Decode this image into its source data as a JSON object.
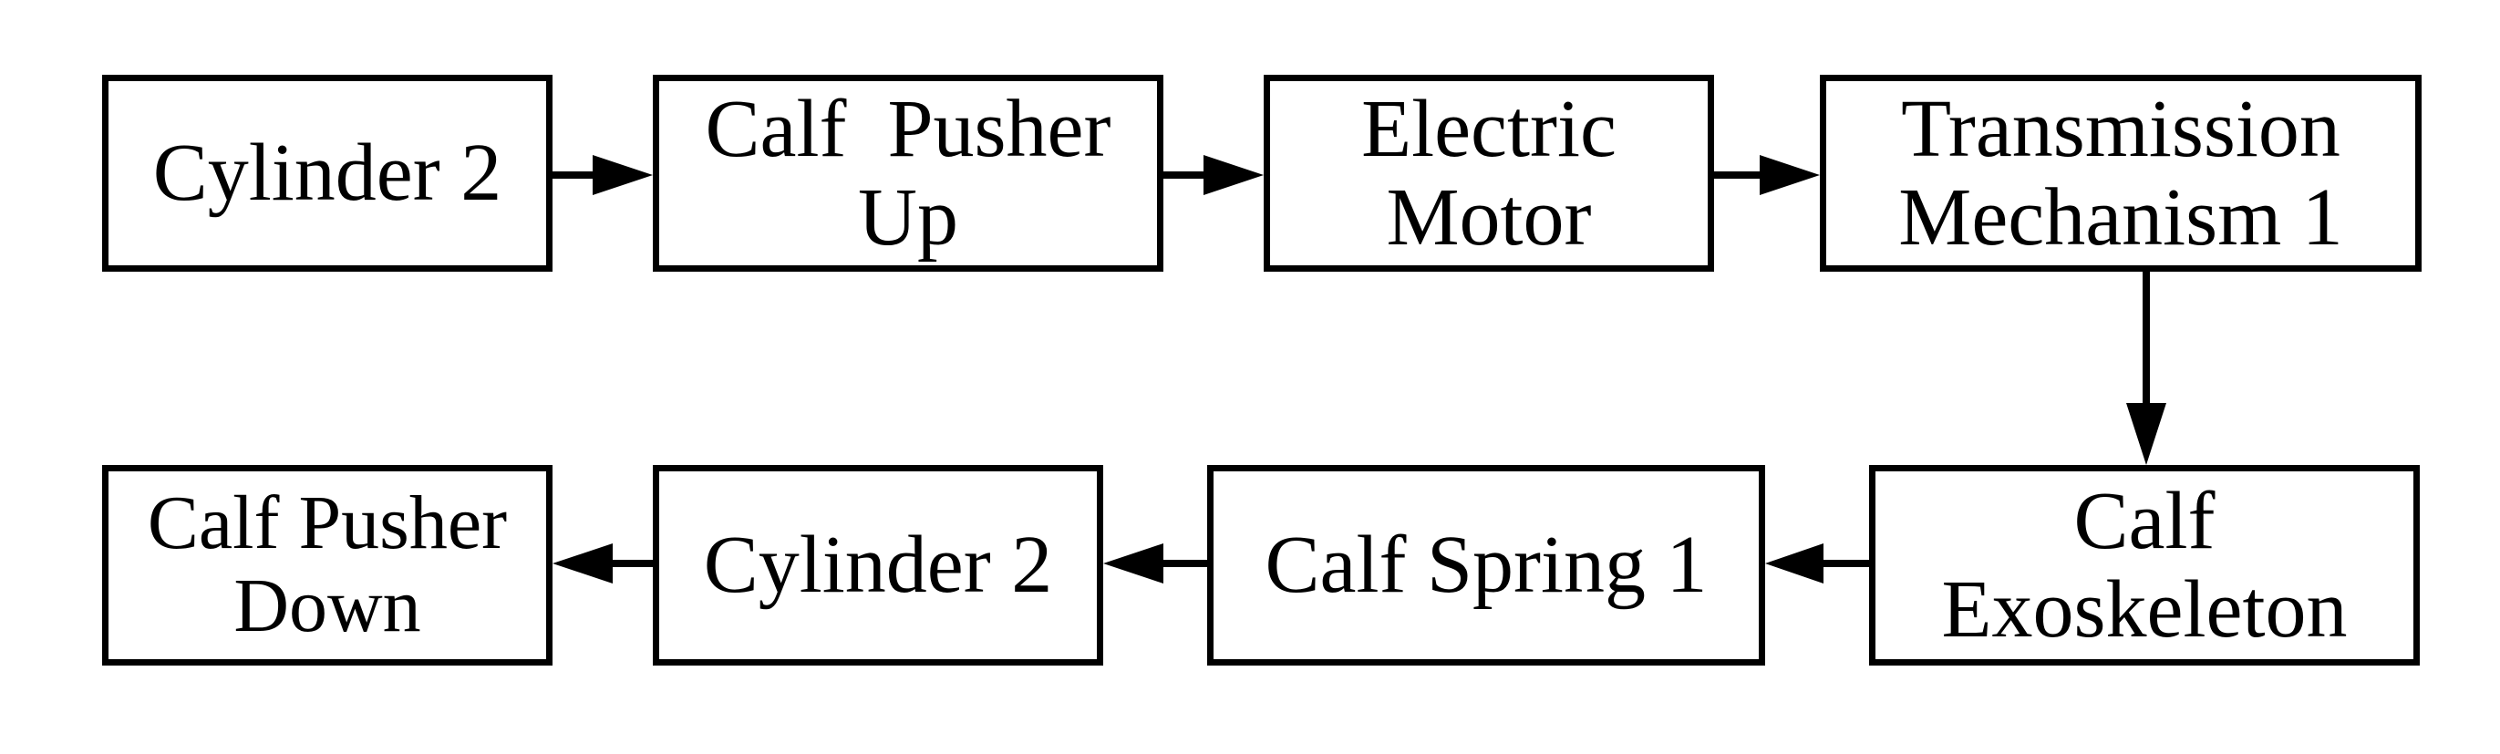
{
  "diagram": {
    "boxes": {
      "cylinder_top": {
        "lines": [
          "Cylinder 2"
        ]
      },
      "calf_pusher_up": {
        "lines": [
          "Calf  Pusher",
          "Up"
        ]
      },
      "electric_motor": {
        "lines": [
          "Electric",
          "Motor"
        ]
      },
      "transmission": {
        "lines": [
          "Transmission",
          "Mechanism 1"
        ]
      },
      "calf_exoskeleton": {
        "lines": [
          "Calf",
          "Exoskeleton"
        ]
      },
      "calf_spring": {
        "lines": [
          "Calf Spring 1"
        ]
      },
      "cylinder_bottom": {
        "lines": [
          "Cylinder 2"
        ]
      },
      "calf_pusher_down": {
        "lines": [
          "Calf Pusher",
          "Down"
        ]
      }
    },
    "edges": [
      {
        "from": "Cylinder 2",
        "to": "Calf  Pusher Up"
      },
      {
        "from": "Calf  Pusher Up",
        "to": "Electric Motor"
      },
      {
        "from": "Electric Motor",
        "to": "Transmission Mechanism 1"
      },
      {
        "from": "Transmission Mechanism 1",
        "to": "Calf Exoskeleton"
      },
      {
        "from": "Calf Exoskeleton",
        "to": "Calf Spring 1"
      },
      {
        "from": "Calf Spring 1",
        "to": "Cylinder 2"
      },
      {
        "from": "Cylinder 2",
        "to": "Calf Pusher Down"
      }
    ],
    "colors": {
      "stroke": "#000000",
      "background": "#ffffff"
    }
  }
}
